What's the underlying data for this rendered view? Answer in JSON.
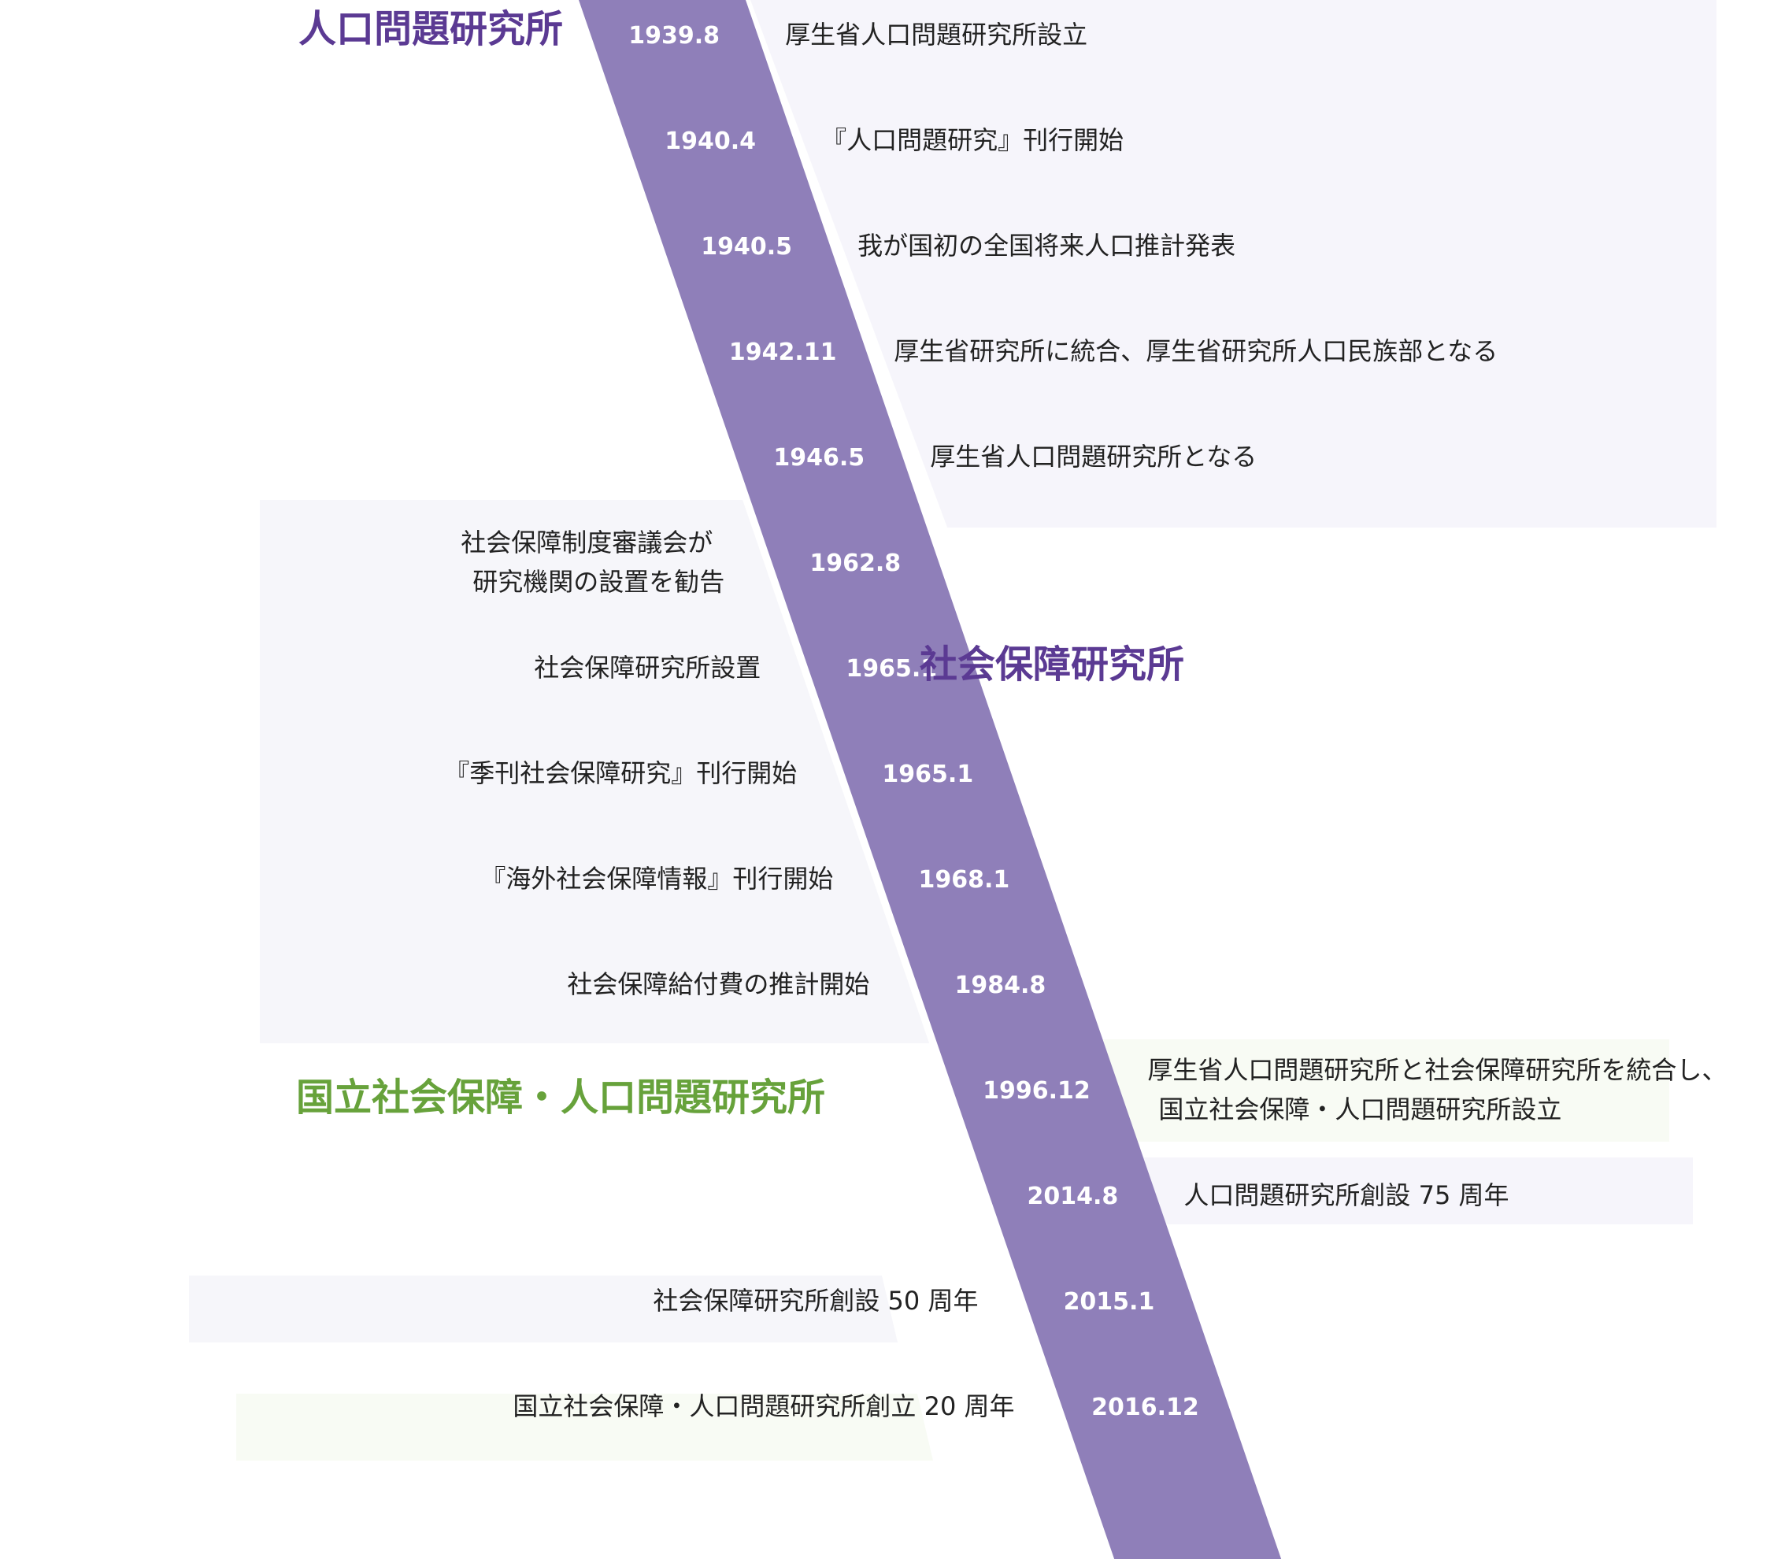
{
  "colors": {
    "band": "#8f7fb9",
    "date_text": "#ffffff",
    "heading_purple": "#5b3a93",
    "heading_green": "#67a23b",
    "right_panel": "#f6f5fb",
    "left_panel": "#f6f6fa",
    "green_panel": "#f8fbf4",
    "event_text": "#222222"
  },
  "headings": [
    {
      "text": "人口問題研究所",
      "color_key": "heading_purple"
    },
    {
      "text": "社会保障研究所",
      "color_key": "heading_purple"
    },
    {
      "text": "国立社会保障・人口問題研究所",
      "color_key": "heading_green"
    }
  ],
  "events": [
    {
      "date": "1939.8",
      "side": "right",
      "lines": [
        "厚生省人口問題研究所設立"
      ]
    },
    {
      "date": "1940.4",
      "side": "right",
      "lines": [
        "『人口問題研究』刊行開始"
      ]
    },
    {
      "date": "1940.5",
      "side": "right",
      "lines": [
        "我が国初の全国将来人口推計発表"
      ]
    },
    {
      "date": "1942.11",
      "side": "right",
      "lines": [
        "厚生省研究所に統合、厚生省研究所人口民族部となる"
      ]
    },
    {
      "date": "1946.5",
      "side": "right",
      "lines": [
        "厚生省人口問題研究所となる"
      ]
    },
    {
      "date": "1962.8",
      "side": "left",
      "lines": [
        "社会保障制度審議会が",
        "研究機関の設置を勧告"
      ]
    },
    {
      "date": "1965.1",
      "side": "left",
      "lines": [
        "社会保障研究所設置"
      ]
    },
    {
      "date": "1965.1",
      "side": "left",
      "lines": [
        "『季刊社会保障研究』刊行開始"
      ]
    },
    {
      "date": "1968.1",
      "side": "left",
      "lines": [
        "『海外社会保障情報』刊行開始"
      ]
    },
    {
      "date": "1984.8",
      "side": "left",
      "lines": [
        "社会保障給付費の推計開始"
      ]
    },
    {
      "date": "1996.12",
      "side": "right",
      "lines": [
        "厚生省人口問題研究所と社会保障研究所を統合し、",
        "国立社会保障・人口問題研究所設立"
      ]
    },
    {
      "date": "2014.8",
      "side": "right",
      "lines": [
        "人口問題研究所創設 75 周年"
      ]
    },
    {
      "date": "2015.1",
      "side": "left",
      "lines": [
        "社会保障研究所創設 50 周年"
      ]
    },
    {
      "date": "2016.12",
      "side": "left",
      "lines": [
        "国立社会保障・人口問題研究所創立 20 周年"
      ]
    }
  ]
}
